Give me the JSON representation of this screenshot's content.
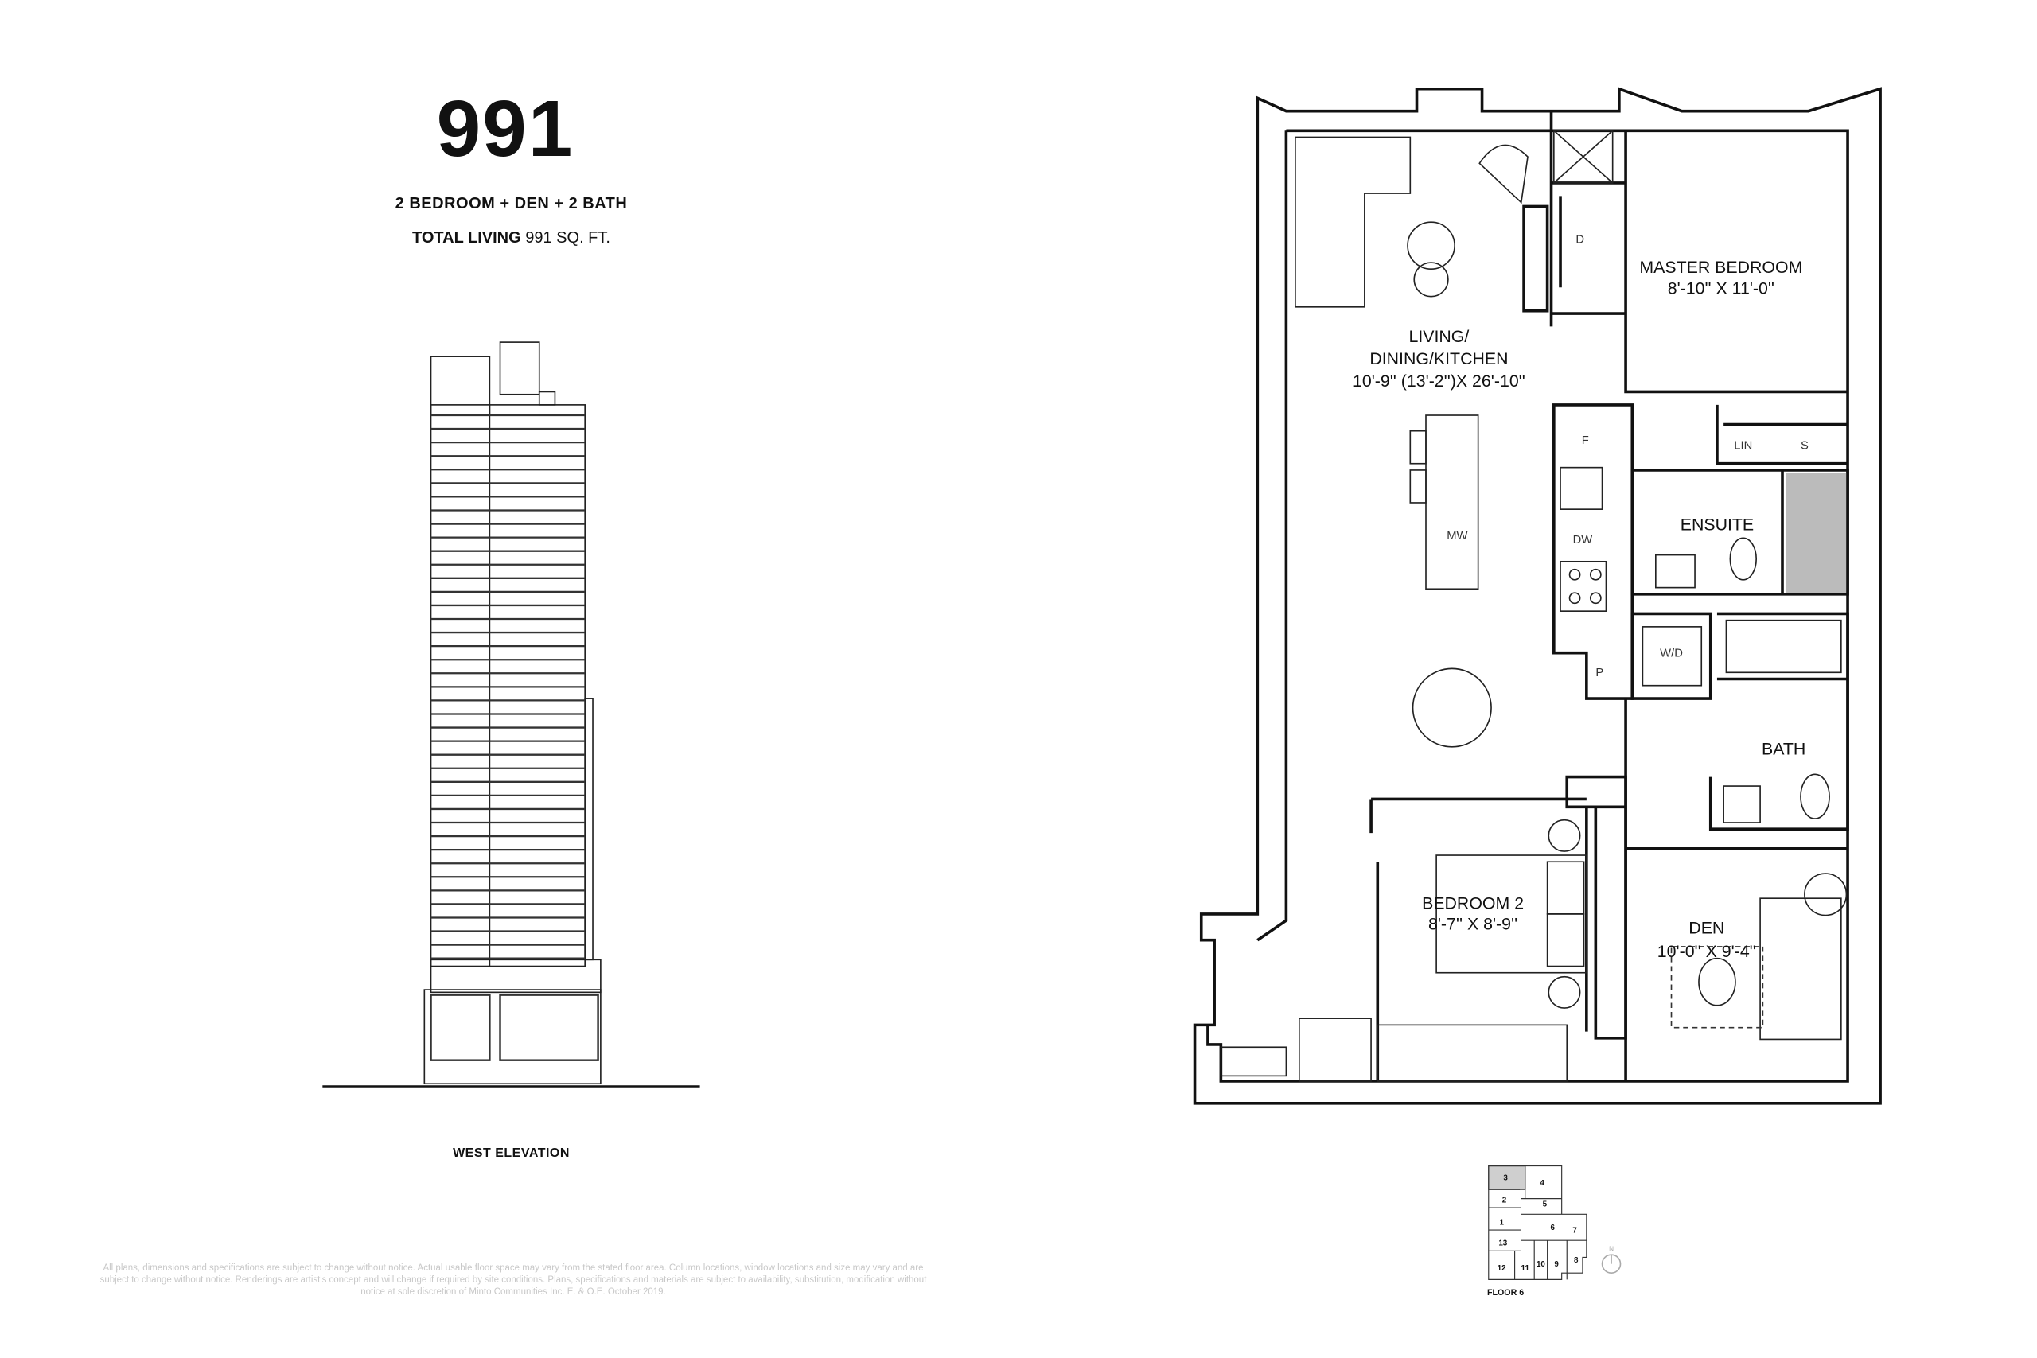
{
  "unit": {
    "name": "991",
    "type": "2 BEDROOM + DEN + 2 BATH",
    "area_label": "TOTAL LIVING",
    "area_value": "991 SQ. FT."
  },
  "elevation": {
    "label": "WEST ELEVATION"
  },
  "floorplan": {
    "rooms": {
      "living_1": "LIVING/",
      "living_2": "DINING/KITCHEN",
      "living_dim": "10'-9'' (13'-2'')X 26'-10''",
      "master": "MASTER BEDROOM",
      "master_dim": "8'-10'' X 11'-0''",
      "ensuite": "ENSUITE",
      "bath": "BATH",
      "bed2": "BEDROOM 2",
      "bed2_dim": "8'-7'' X 8'-9''",
      "den": "DEN",
      "den_dim": "10'-0'' X 9'-4''"
    },
    "fixtures": {
      "d": "D",
      "f": "F",
      "dw": "DW",
      "mw": "MW",
      "p": "P",
      "lin": "LIN",
      "s": "S",
      "wd": "W/D"
    }
  },
  "keyplan": {
    "units": [
      "3",
      "4",
      "2",
      "5",
      "1",
      "6",
      "7",
      "13",
      "12",
      "11",
      "10",
      "9",
      "8"
    ],
    "highlight": "3",
    "floor_label": "FLOOR 6",
    "north": "N",
    "highlight_color": "#cfcfcf"
  },
  "disclaimer": "All plans, dimensions and specifications are subject to change without notice. Actual usable floor space may vary from the stated floor area. Column locations, window locations and size may vary and are subject to change without notice. Renderings are artist's concept and will change if required by site conditions. Plans, specifications and materials are subject to availability, substitution, modification without notice at sole discretion of Minto Communities Inc. E. & O.E. October 2019."
}
